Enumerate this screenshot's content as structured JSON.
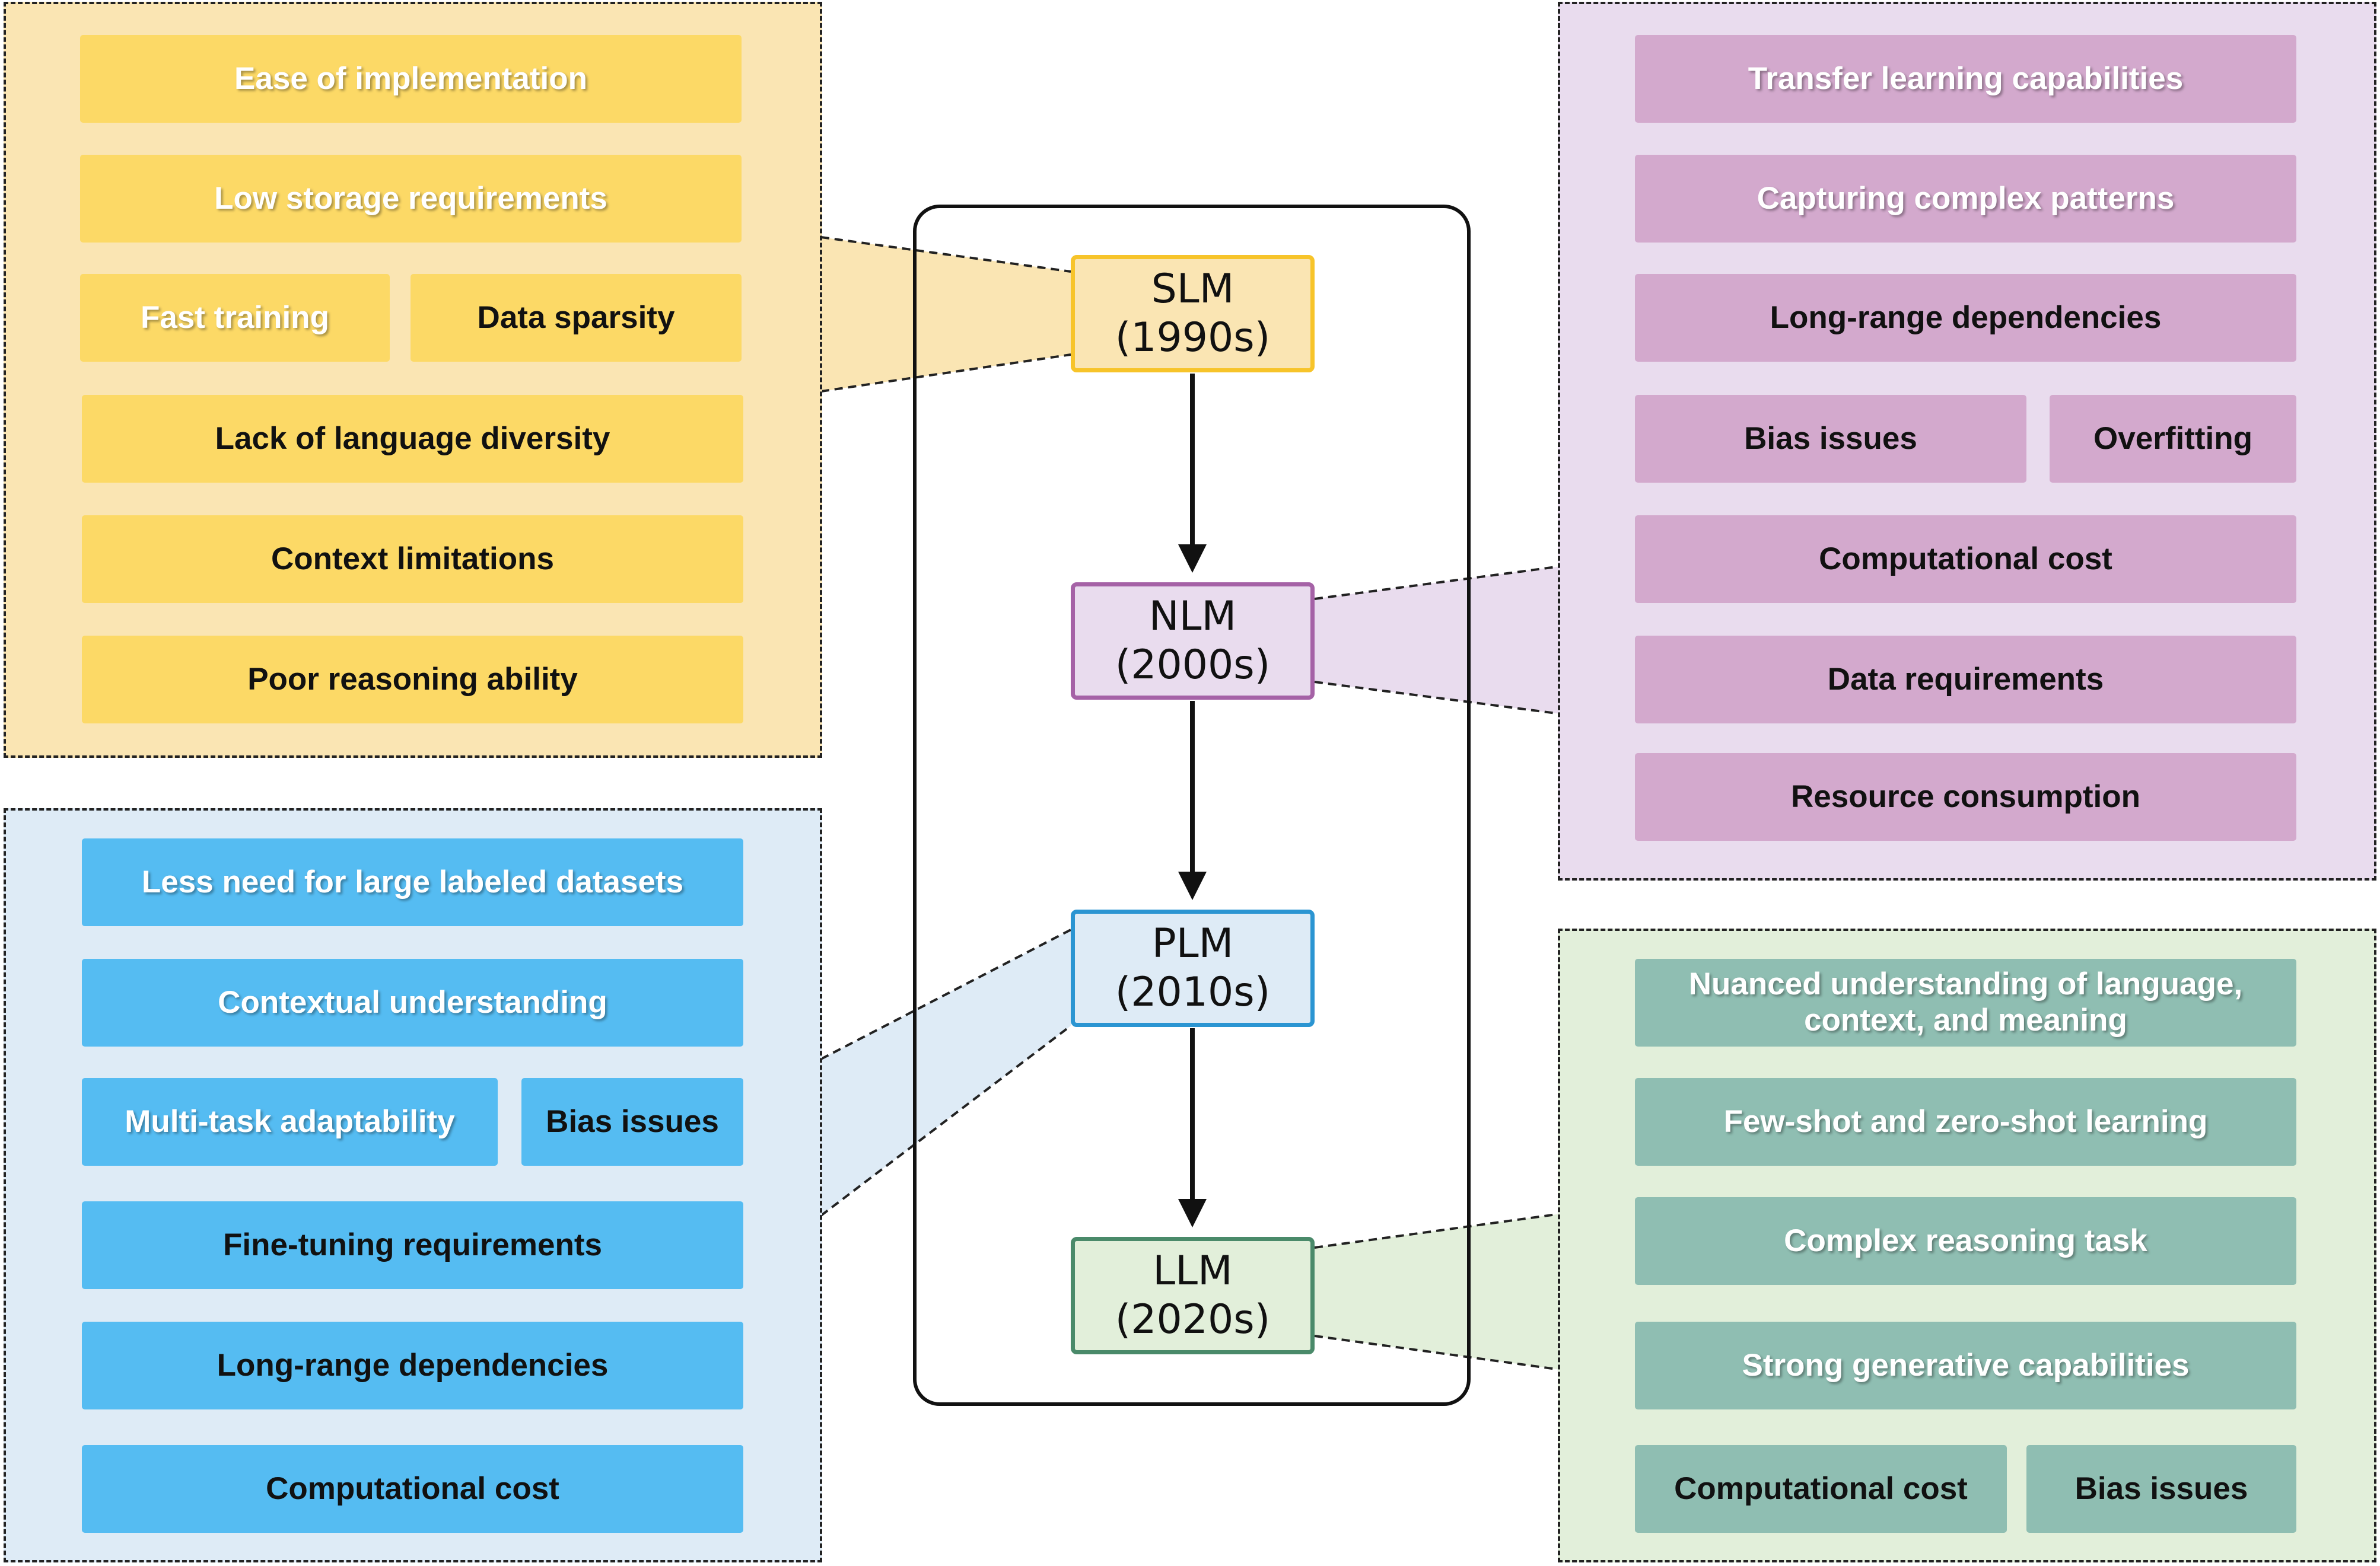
{
  "colors": {
    "slm_panel": "#fae5b3",
    "slm_chip": "#fcd966",
    "slm_border": "#f7c42a",
    "nlm_panel": "#e9dcee",
    "nlm_chip": "#d3a9cd",
    "nlm_border": "#a562a6",
    "plm_panel": "#deebf6",
    "plm_chip": "#55bcf2",
    "plm_border": "#2b95d2",
    "llm_panel": "#e2efda",
    "llm_chip": "#8fbeb2",
    "llm_border": "#4a8a6a",
    "dark_text": "#111111",
    "light_text": "#ffffff"
  },
  "nodes": {
    "slm": {
      "name": "SLM",
      "period": "(1990s)"
    },
    "nlm": {
      "name": "NLM",
      "period": "(2000s)"
    },
    "plm": {
      "name": "PLM",
      "period": "(2010s)"
    },
    "llm": {
      "name": "LLM",
      "period": "(2020s)"
    }
  },
  "slm_panel": {
    "implementation": "Ease of implementation",
    "storage": "Low storage requirements",
    "fast_training": "Fast training",
    "sparsity": "Data sparsity",
    "diversity": "Lack of language diversity",
    "context": "Context limitations",
    "reasoning": "Poor reasoning ability"
  },
  "nlm_panel": {
    "transfer": "Transfer learning capabilities",
    "patterns": "Capturing complex patterns",
    "long_range": "Long-range dependencies",
    "bias": "Bias issues",
    "overfitting": "Overfitting",
    "cost": "Computational cost",
    "data_req": "Data requirements",
    "resources": "Resource consumption"
  },
  "plm_panel": {
    "labeled": "Less need for large labeled datasets",
    "contextual": "Contextual understanding",
    "multitask": "Multi-task adaptability",
    "bias": "Bias issues",
    "finetuning": "Fine-tuning requirements",
    "long_range": "Long-range dependencies",
    "cost": "Computational cost"
  },
  "llm_panel": {
    "nuanced": "Nuanced understanding of language, context, and meaning",
    "fewshot": "Few-shot and zero-shot learning",
    "reasoning": "Complex reasoning task",
    "generative": "Strong generative capabilities",
    "cost": "Computational cost",
    "bias": "Bias issues"
  }
}
